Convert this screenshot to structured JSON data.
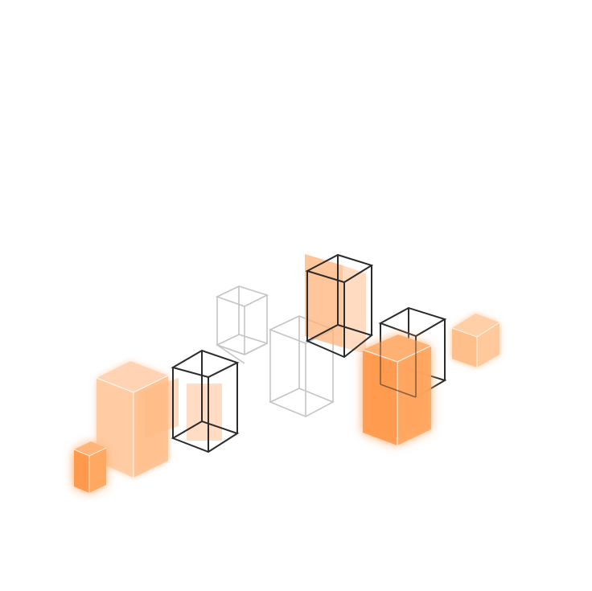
{
  "colors": {
    "background": "#ffffff",
    "orange_light": "#ffc9a0",
    "orange": "#ff9a4d",
    "orange_deep": "#ff8a33",
    "wire_dark": "#2b2b2b",
    "wire_gray": "#c4c4c4",
    "edge_highlight": "#ffffff"
  },
  "scene": {
    "description_icon": "isometric-blocks-illustration",
    "objects": [
      {
        "name": "solid-box-small-left",
        "kind": "solid",
        "tone": "orange"
      },
      {
        "name": "solid-box-large-left",
        "kind": "solid",
        "tone": "orange_light"
      },
      {
        "name": "wire-box-dark-left",
        "kind": "wire",
        "tone": "wire_dark"
      },
      {
        "name": "wire-box-gray-back",
        "kind": "wire",
        "tone": "wire_gray"
      },
      {
        "name": "wire-box-gray-center",
        "kind": "wire",
        "tone": "wire_gray"
      },
      {
        "name": "wire-box-dark-center",
        "kind": "wire",
        "tone": "wire_dark"
      },
      {
        "name": "wire-box-dark-right",
        "kind": "wire",
        "tone": "wire_dark"
      },
      {
        "name": "solid-box-orange-right",
        "kind": "solid",
        "tone": "orange"
      },
      {
        "name": "solid-box-cube-far-right",
        "kind": "solid",
        "tone": "orange_light"
      }
    ]
  }
}
